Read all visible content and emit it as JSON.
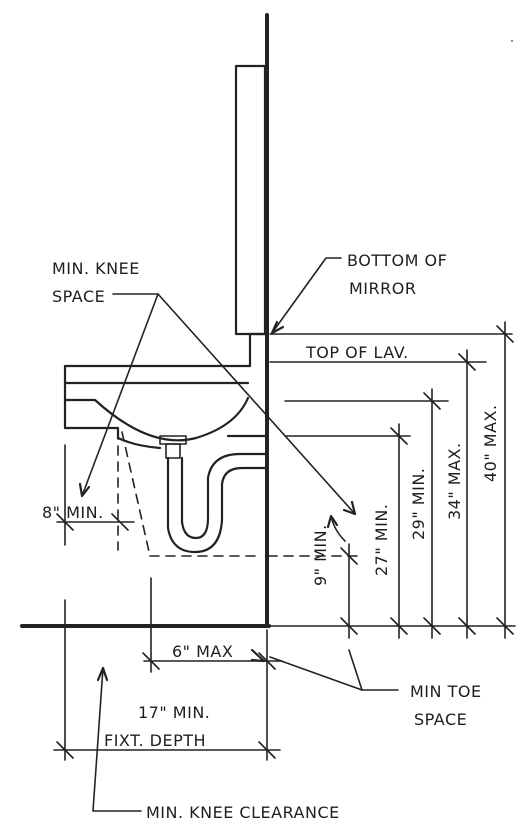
{
  "labels": {
    "bottom_of_mirror": [
      "BOTTOM OF",
      "MIRROR"
    ],
    "min_knee_space": [
      "MIN. KNEE",
      "SPACE"
    ],
    "top_of_lav": "TOP OF LAV.",
    "dim_8": "8\" MIN.",
    "dim_27": "27\" MIN.",
    "dim_29": "29\" MIN.",
    "dim_34": "34\" MAX.",
    "dim_40": "40\" MAX.",
    "dim_9": "9\" MIN.",
    "dim_6": "6\" MAX",
    "min_toe_space": [
      "MIN TOE",
      "SPACE"
    ],
    "fixture_depth": [
      "17\" MIN.",
      "FIXT. DEPTH"
    ],
    "min_knee_clearance": "MIN. KNEE CLEARANCE"
  }
}
